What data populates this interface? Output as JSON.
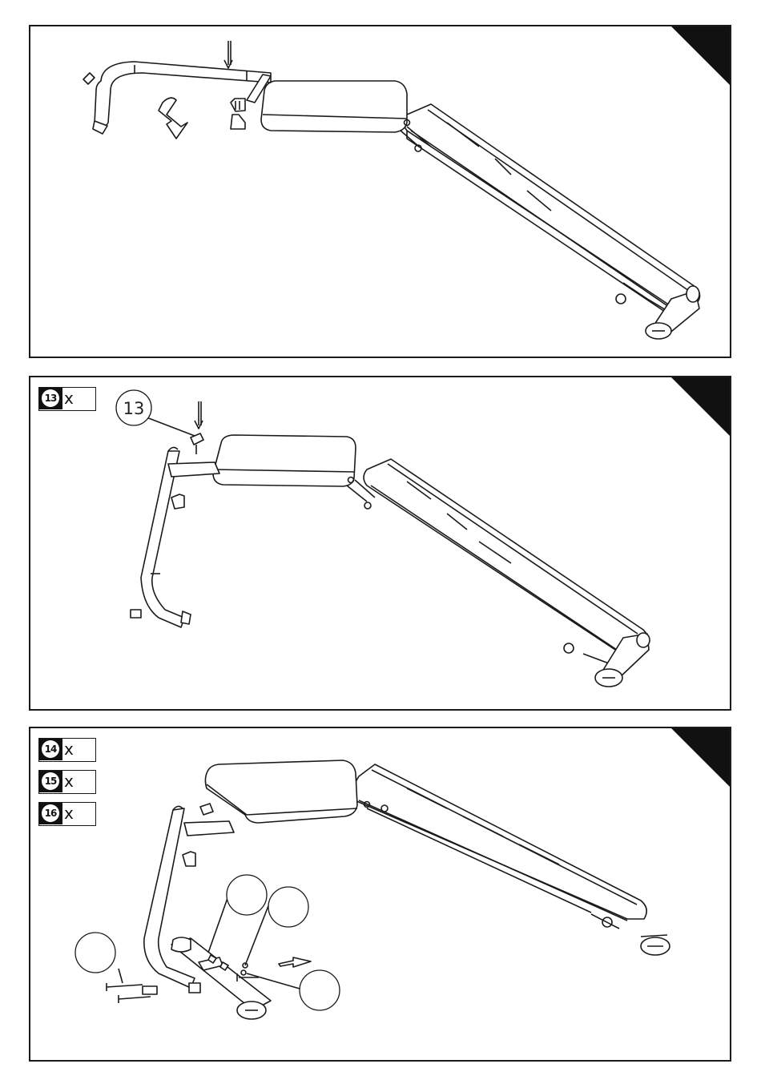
{
  "panels": [
    {
      "id": "panel-1",
      "parts": []
    },
    {
      "id": "panel-2",
      "parts": [
        {
          "number": "13",
          "qty": "x"
        }
      ],
      "callouts": [
        {
          "label": "13"
        }
      ]
    },
    {
      "id": "panel-3",
      "parts": [
        {
          "number": "14",
          "qty": "x"
        },
        {
          "number": "15",
          "qty": "x"
        },
        {
          "number": "16",
          "qty": "x"
        }
      ],
      "callouts": [
        {
          "label": ""
        },
        {
          "label": ""
        },
        {
          "label": ""
        },
        {
          "label": ""
        }
      ]
    }
  ],
  "colors": {
    "line": "#1a1a1a",
    "corner": "#111111",
    "pad": "#ffffff"
  }
}
